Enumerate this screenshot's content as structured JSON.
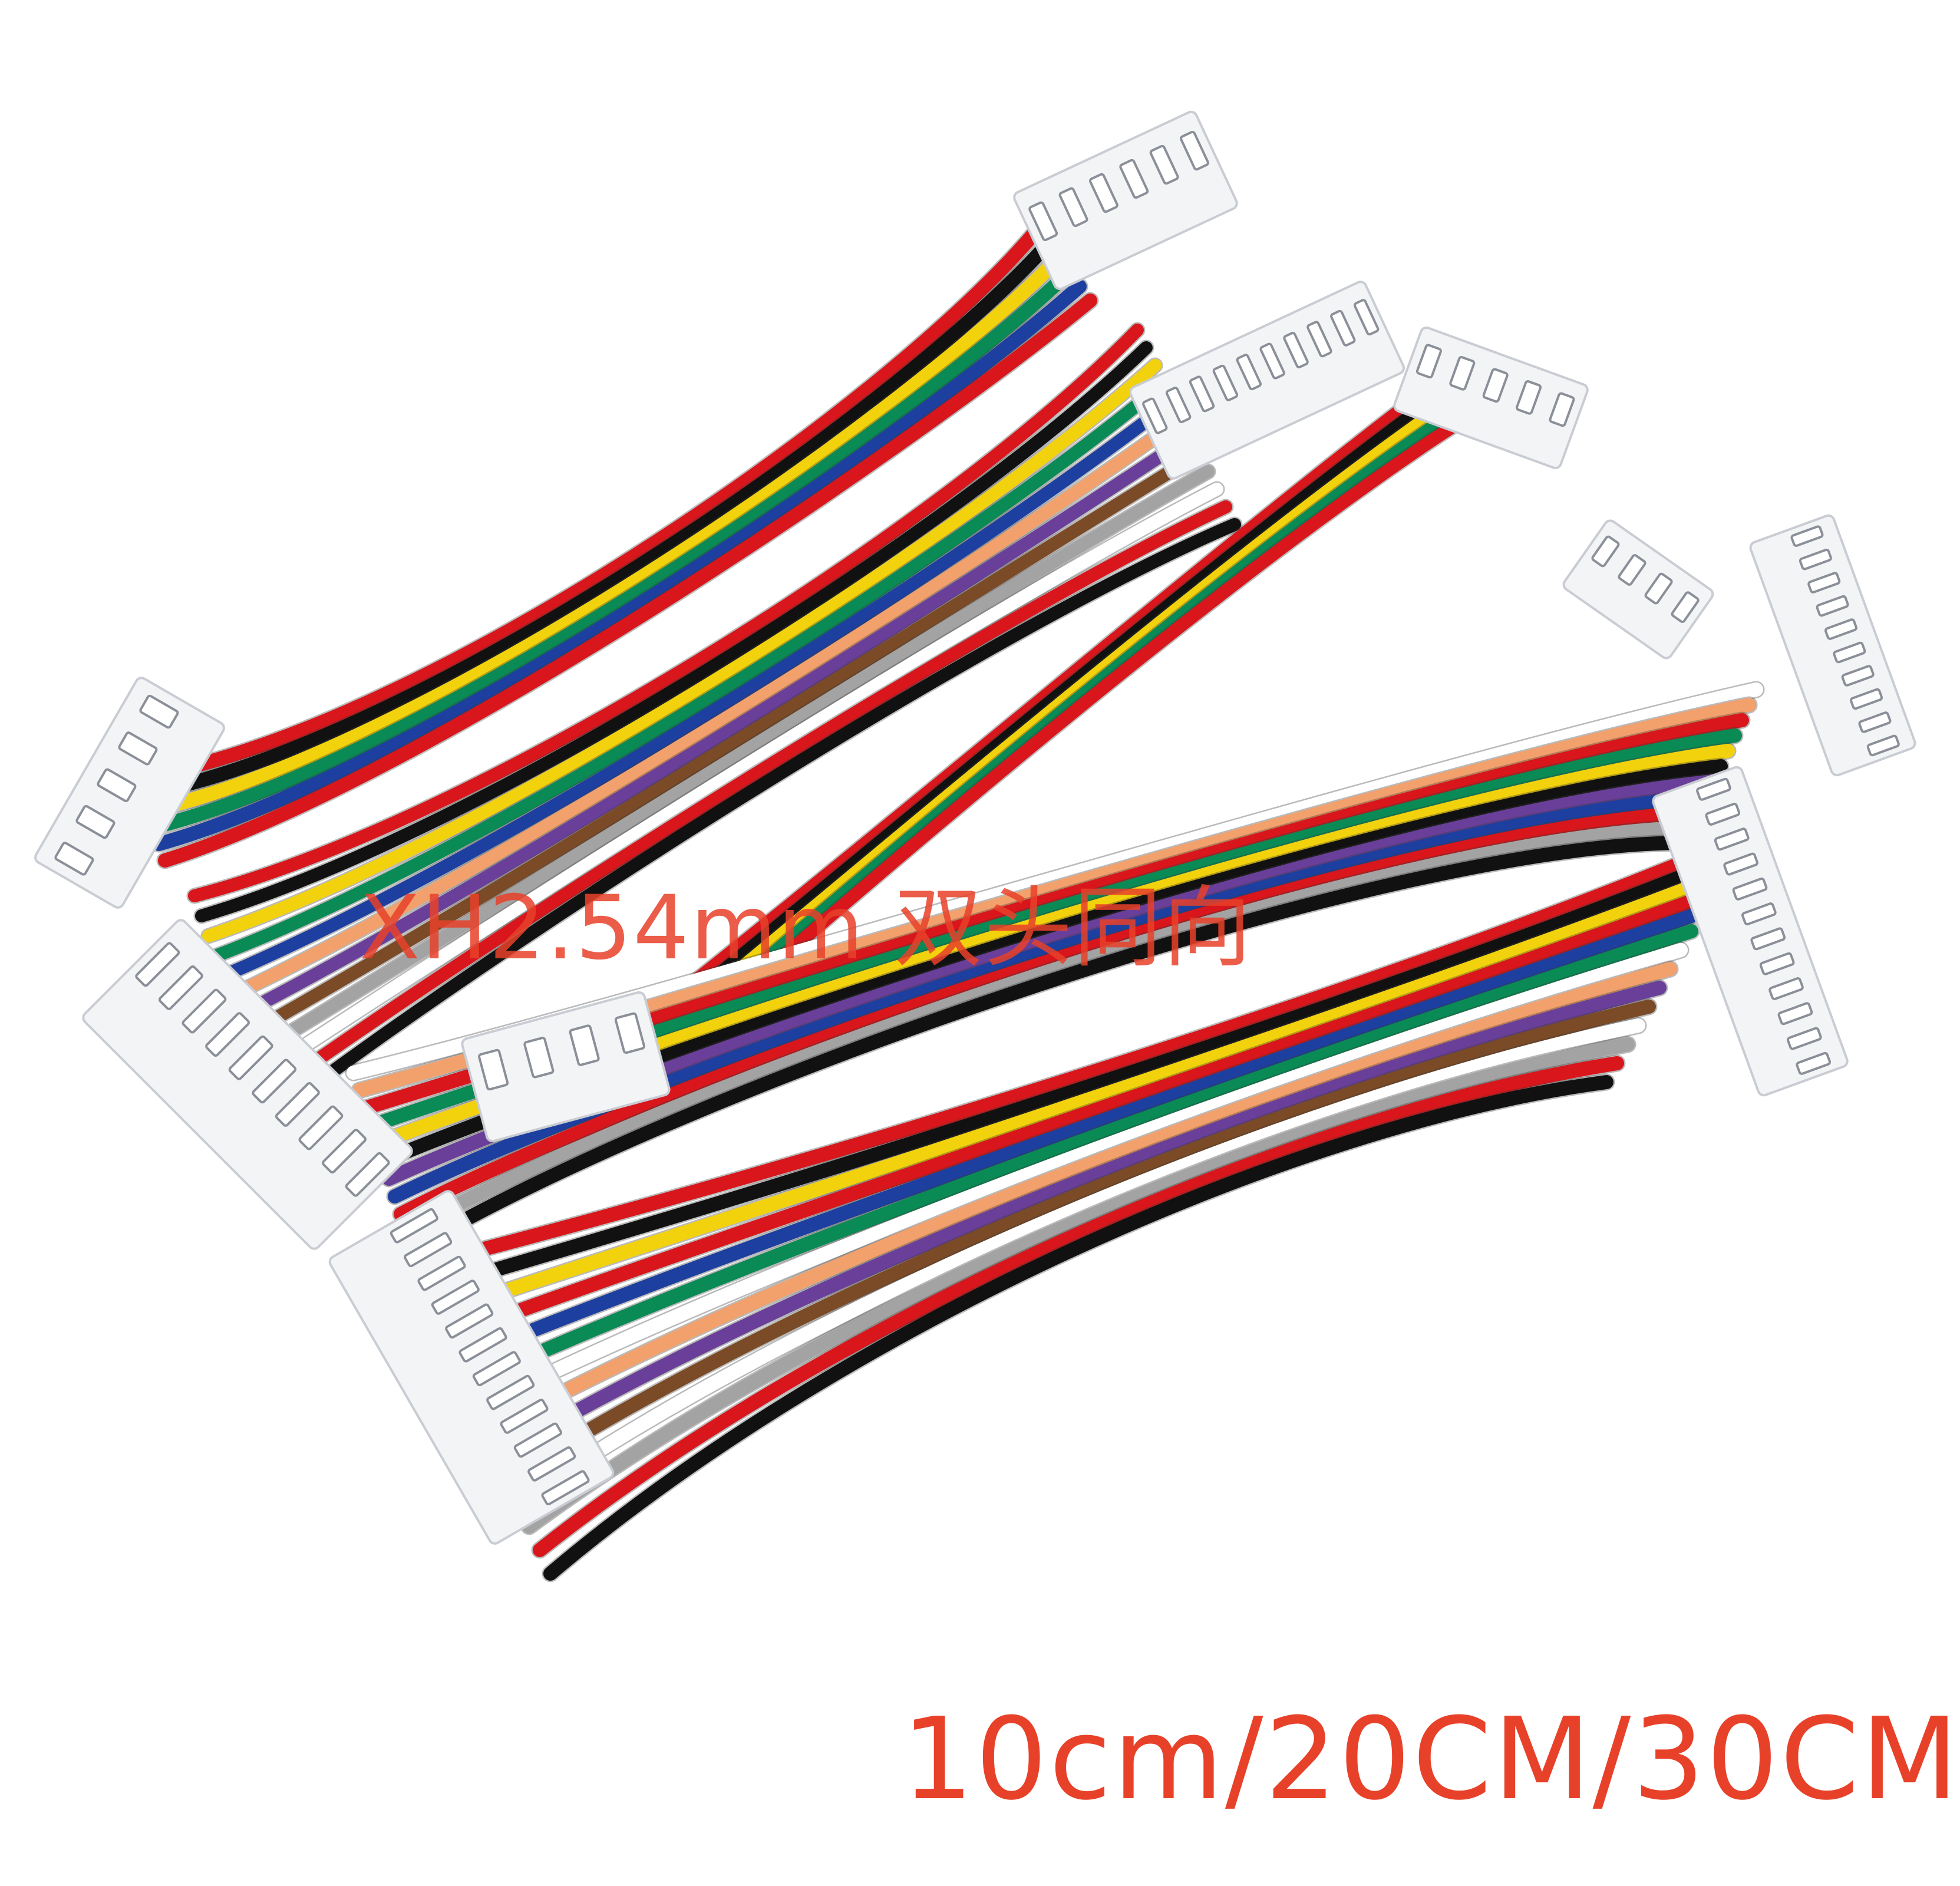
{
  "overlay_text": "XH2.54mm 双头同向",
  "caption_text": "10cm/20CM/30CM",
  "colors": {
    "text": "#e8412a",
    "connector": "#f3f4f6",
    "connector_edge": "#c9ccd2",
    "wires": [
      "#d8161b",
      "#111111",
      "#f2d20c",
      "#0a8a55",
      "#1d3fa0",
      "#f2a06c",
      "#6a3f9a",
      "#7b4a26",
      "#a3a3a3",
      "#ffffff"
    ]
  },
  "icons": [
    "cable-harness-illustration"
  ]
}
